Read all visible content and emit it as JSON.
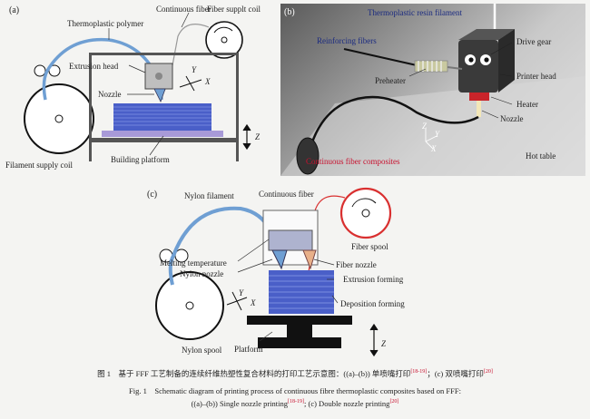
{
  "panel_a": {
    "tag": "(a)",
    "thermoplastic_polymer": "Thermoplastic polymer",
    "continuous_fiber": "Continuous fiber",
    "fiber_supply_coil": "Fiber supplt coil",
    "extrusion_head": "Extrusion head",
    "nozzle": "Nozzle",
    "axis_y": "Y",
    "axis_x": "X",
    "axis_z": "Z",
    "building_platform": "Building platform",
    "filament_supply_coil": "Filament supply coil"
  },
  "panel_b": {
    "tag": "(b)",
    "thermoplastic_resin_filament": "Thermoplastic resin filament",
    "reinforcing_fibers": "Reinforcing fibers",
    "drive_gear": "Drive gear",
    "preheater": "Preheater",
    "printer_head": "Printer head",
    "heater": "Heater",
    "nozzle": "Nozzle",
    "axis_z": "Z",
    "axis_y": "Y",
    "axis_x": "X",
    "continuous_fiber_composites": "Continuous fiber composites",
    "hot_table": "Hot table"
  },
  "panel_c": {
    "tag": "(c)",
    "nylon_filament": "Nylon filament",
    "continuous_fiber": "Continuous fiber",
    "fiber_spool": "Fiber spool",
    "melting_temperature": "Melting temperature",
    "nylon_nozzle": "Nylon nozzle",
    "fiber_nozzle": "Fiber nozzle",
    "extrusion_forming": "Extrusion forming",
    "deposition_forming": "Deposition forming",
    "nylon_spool": "Nylon spool",
    "platform": "Platform",
    "axis_y": "Y",
    "axis_x": "X",
    "axis_z": "Z"
  },
  "caption": {
    "cn_text": "图 1　基于 FFF 工艺制备的连续纤维热塑性复合材料的打印工艺示意图：((a)–(b)) 单喷嘴打印",
    "cn_ref1": "[18-19]",
    "cn_mid": "；(c) 双喷嘴打印",
    "cn_ref2": "[20]",
    "en_line1": "Fig. 1　Schematic diagram of printing process of continuous fibre thermoplastic composites based on FFF:",
    "en_line2a": "((a)–(b)) Single nozzle printing",
    "en_ref1": "[18-19]",
    "en_line2b": "; (c) Double nozzle printing",
    "en_ref2": "[20]"
  },
  "colors": {
    "filament_blue": "#6f9fd3",
    "fiber_red": "#d93030",
    "layer_blue": "#4a5fc8",
    "platform_purple": "#a89ad8",
    "label_red": "#c8102e",
    "label_navy": "#1a2a80"
  }
}
